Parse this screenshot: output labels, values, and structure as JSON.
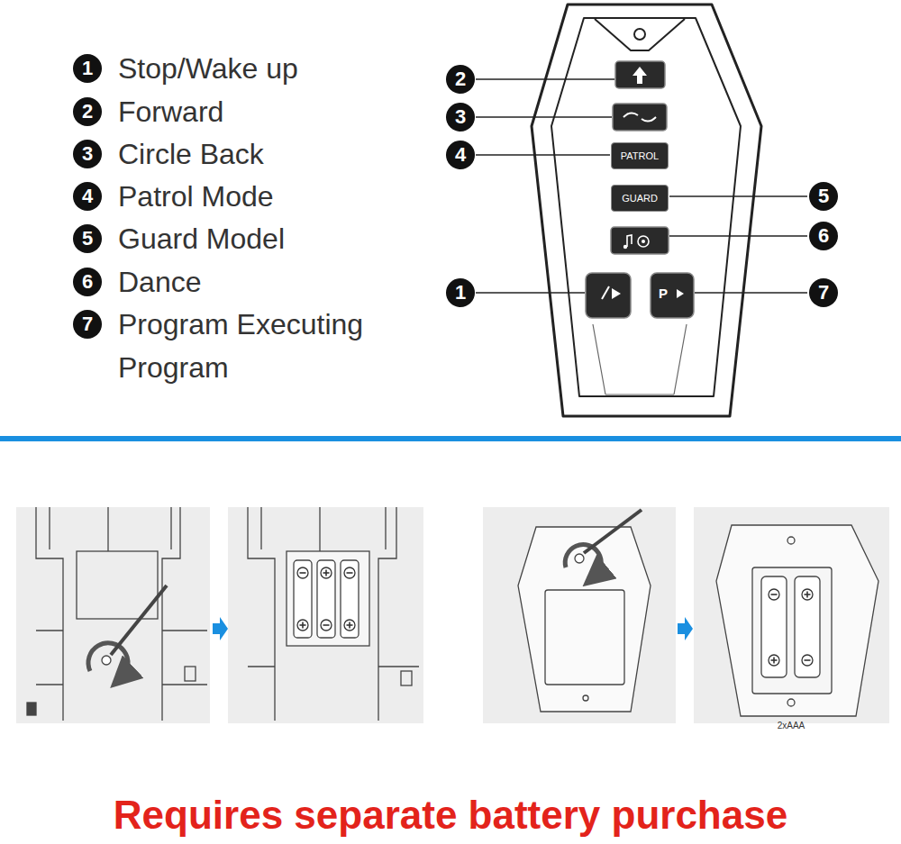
{
  "diagram": {
    "caption": "Requires separate battery purchase",
    "nodes": [
      {
        "text": [
          "PATROL"
        ]
      },
      {
        "text": [
          "GUARD"
        ]
      }
    ],
    "labels": [
      "1",
      "Stop/Wake up",
      "2",
      "Forward",
      "3",
      "Circle Back",
      "4",
      "Patrol Mode",
      "5",
      "Guard Model",
      "6",
      "Dance",
      "7",
      "Program Executing Program",
      "2",
      "3",
      "4",
      "5",
      "6",
      "1",
      "7",
      "P",
      "2xAAA"
    ]
  }
}
